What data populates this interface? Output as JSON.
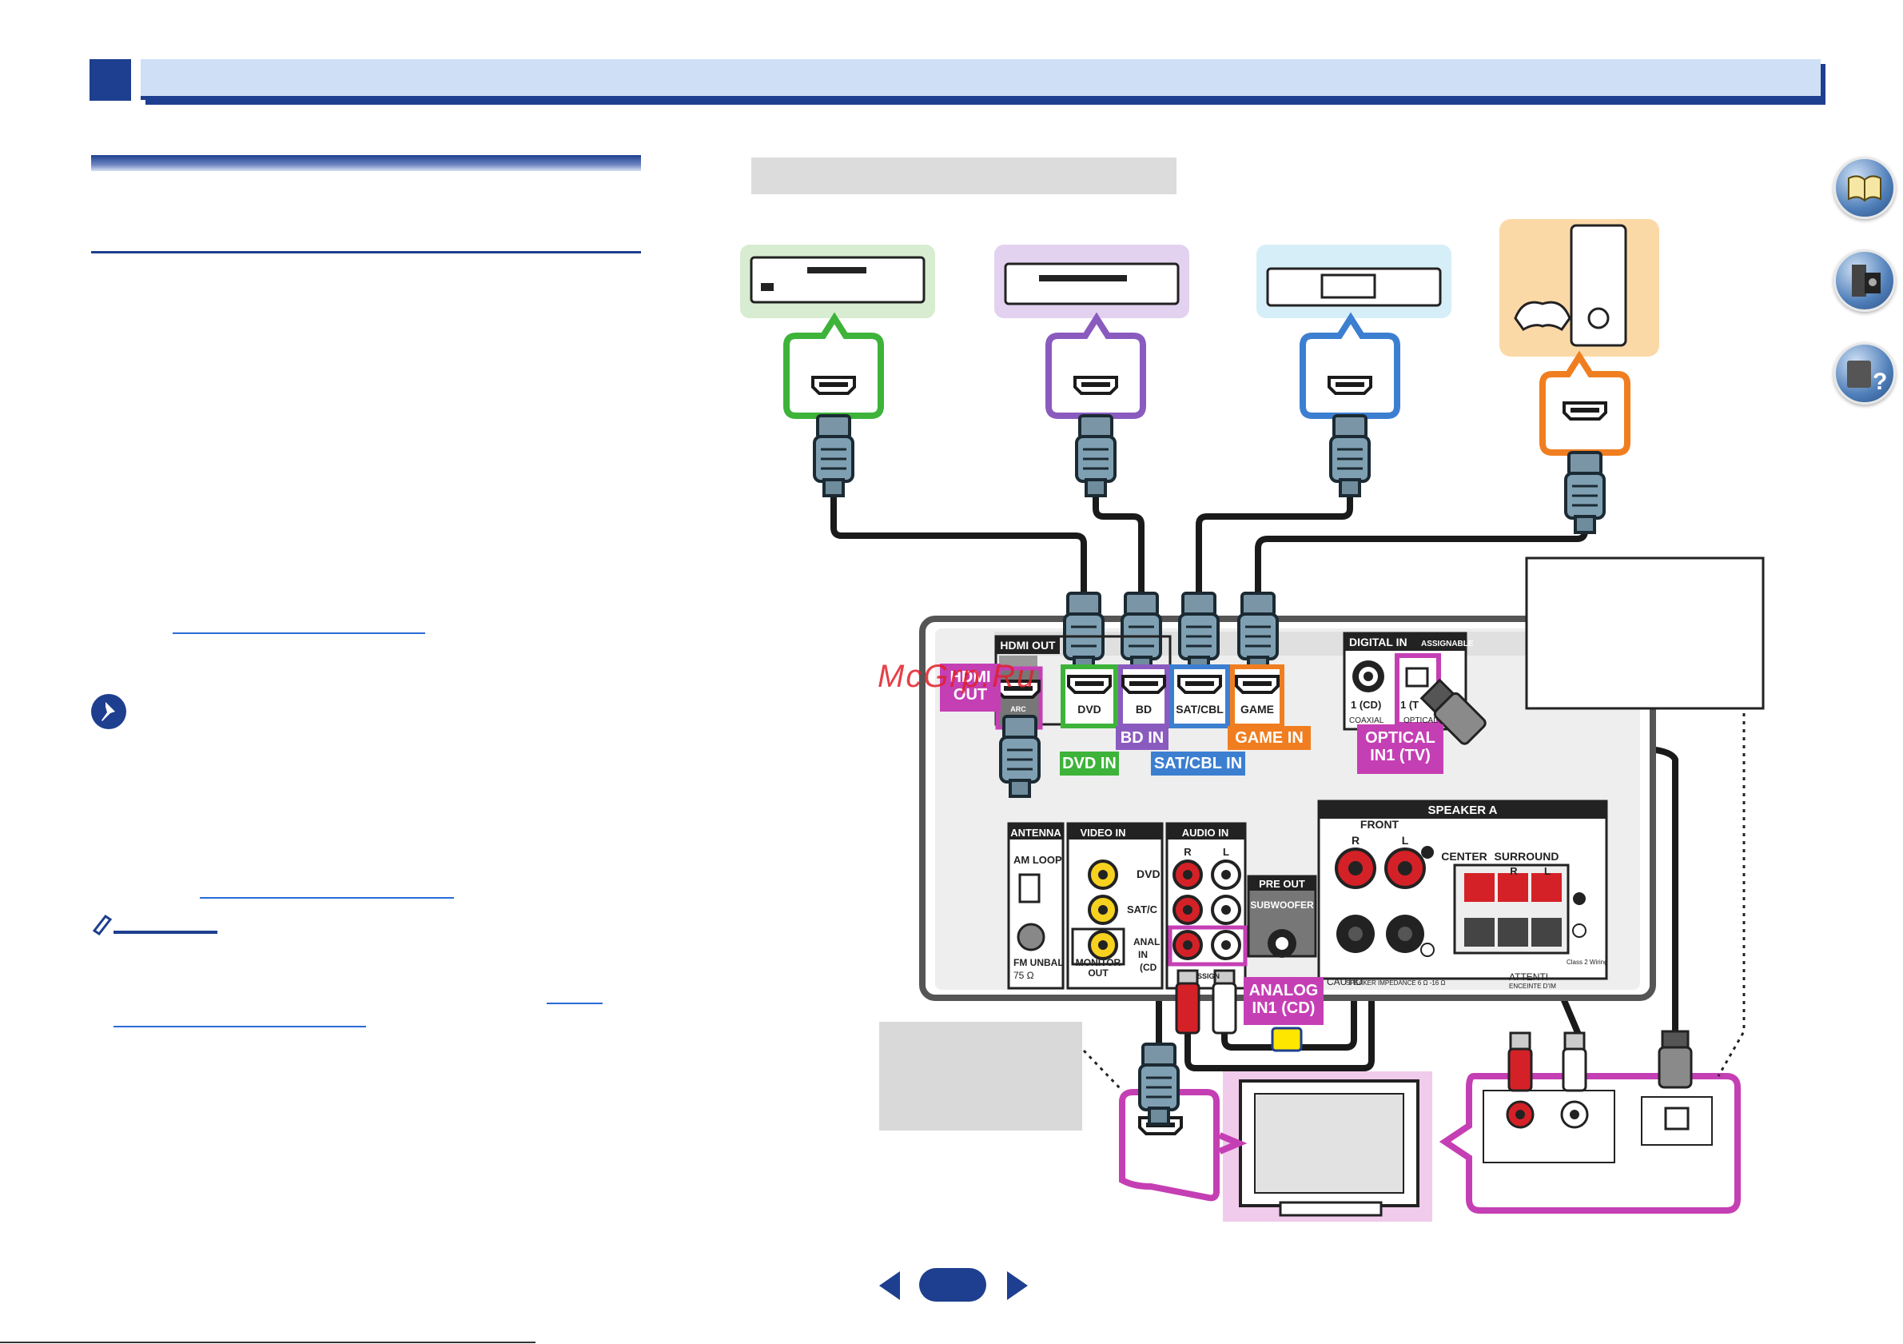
{
  "watermark": "McGrp.Ru",
  "receiver": {
    "hdmi_out_header": "HDMI OUT",
    "hdmi_out_label": "HDMI\nOUT",
    "arc": "ARC",
    "ports": [
      {
        "port": "DVD",
        "badge": "DVD IN",
        "color": "#3db33a"
      },
      {
        "port": "BD",
        "badge": "BD IN",
        "color": "#8a5bbf"
      },
      {
        "port": "SAT/CBL",
        "badge": "SAT/CBL IN",
        "color": "#3c7fd0"
      },
      {
        "port": "GAME",
        "badge": "GAME IN",
        "color": "#f07e21"
      }
    ],
    "digital_in": "DIGITAL IN",
    "assignable": "ASSIGNABLE",
    "coaxial_num": "1 (CD)",
    "coaxial": "COAXIAL",
    "optical_num": "1 (T",
    "optical": "OPTICAL",
    "optical_badge": "OPTICAL\nIN1 (TV)",
    "speaker_a": "SPEAKER A",
    "front": "FRONT",
    "center": "CENTER",
    "surround": "SURROUND",
    "r": "R",
    "l": "L",
    "antenna": "ANTENNA",
    "am_loop": "AM LOOP",
    "fm_unbal": "FM UNBAL",
    "ohm": "75 Ω",
    "video_in": "VIDEO IN",
    "dvd_short": "DVD",
    "satc_short": "SAT/C",
    "anal_short": "ANAL",
    "in_short": "IN",
    "cd_short": "(CD",
    "monitor_out": "MONITOR\nOUT",
    "audio_in": "AUDIO IN",
    "pre_out": "PRE OUT",
    "subwoofer": "SUBWOOFER",
    "analog_badge": "ANALOG\nIN1 (CD)",
    "caution": "CAUTIO",
    "speaker_impedance": "SPEAKER IMPEDANCE 6 Ω -16 Ω",
    "attention": "ATTENTI",
    "enceinte": "ENCEINTE D'IM",
    "class2": "Class 2 Wiring",
    "ssign": "SSIGN"
  },
  "colors": {
    "header": "#1e3f8f",
    "header_light": "#cfe0f6",
    "magenta": "#c53fb4",
    "green": "#3db33a",
    "purple": "#8a5bbf",
    "blue": "#3c7fd0",
    "orange": "#f07e21"
  },
  "icons": [
    "book-icon",
    "receiver-icon",
    "help-icon",
    "prev-page-icon",
    "next-page-icon",
    "tip-icon",
    "note-pencil-icon"
  ]
}
